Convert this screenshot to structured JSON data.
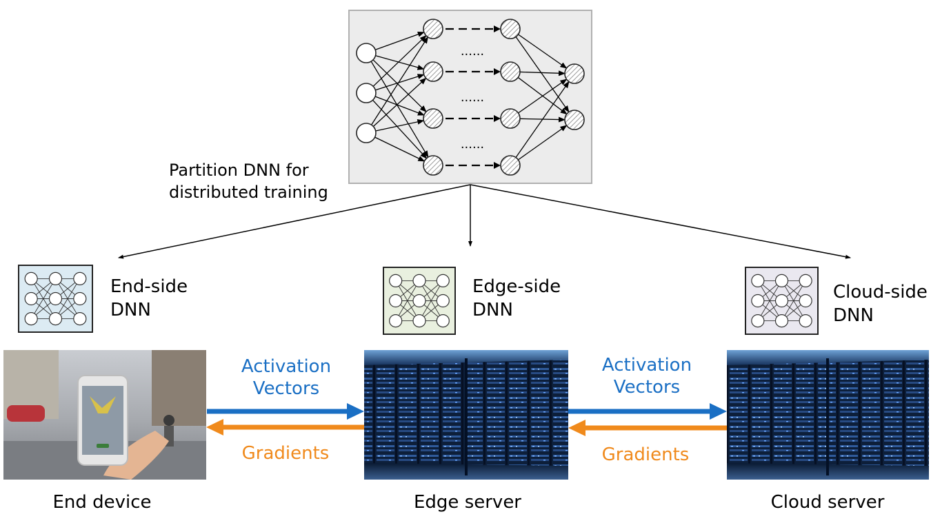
{
  "diagram": {
    "partition_label_line1": "Partition DNN for",
    "partition_label_line2": "distributed training",
    "ellipsis": "......",
    "end_side_dnn": {
      "line1": "End-side",
      "line2": "DNN"
    },
    "edge_side_dnn": {
      "line1": "Edge-side",
      "line2": "DNN"
    },
    "cloud_side_dnn": {
      "line1": "Cloud-side",
      "line2": "DNN"
    },
    "end_device_label": "End device",
    "edge_server_label": "Edge server",
    "cloud_server_label": "Cloud server",
    "link1": {
      "forward_line1": "Activation",
      "forward_line2": "Vectors",
      "backward": "Gradients"
    },
    "link2": {
      "forward_line1": "Activation",
      "forward_line2": "Vectors",
      "backward": "Gradients"
    }
  },
  "colors": {
    "forward_arrow": "#1a6fc4",
    "backward_arrow": "#f08a1c",
    "end_dnn_bg": "#dcebf3",
    "edge_dnn_bg": "#e9f0df",
    "cloud_dnn_bg": "#eae8f0",
    "full_dnn_bg": "#ececec"
  }
}
